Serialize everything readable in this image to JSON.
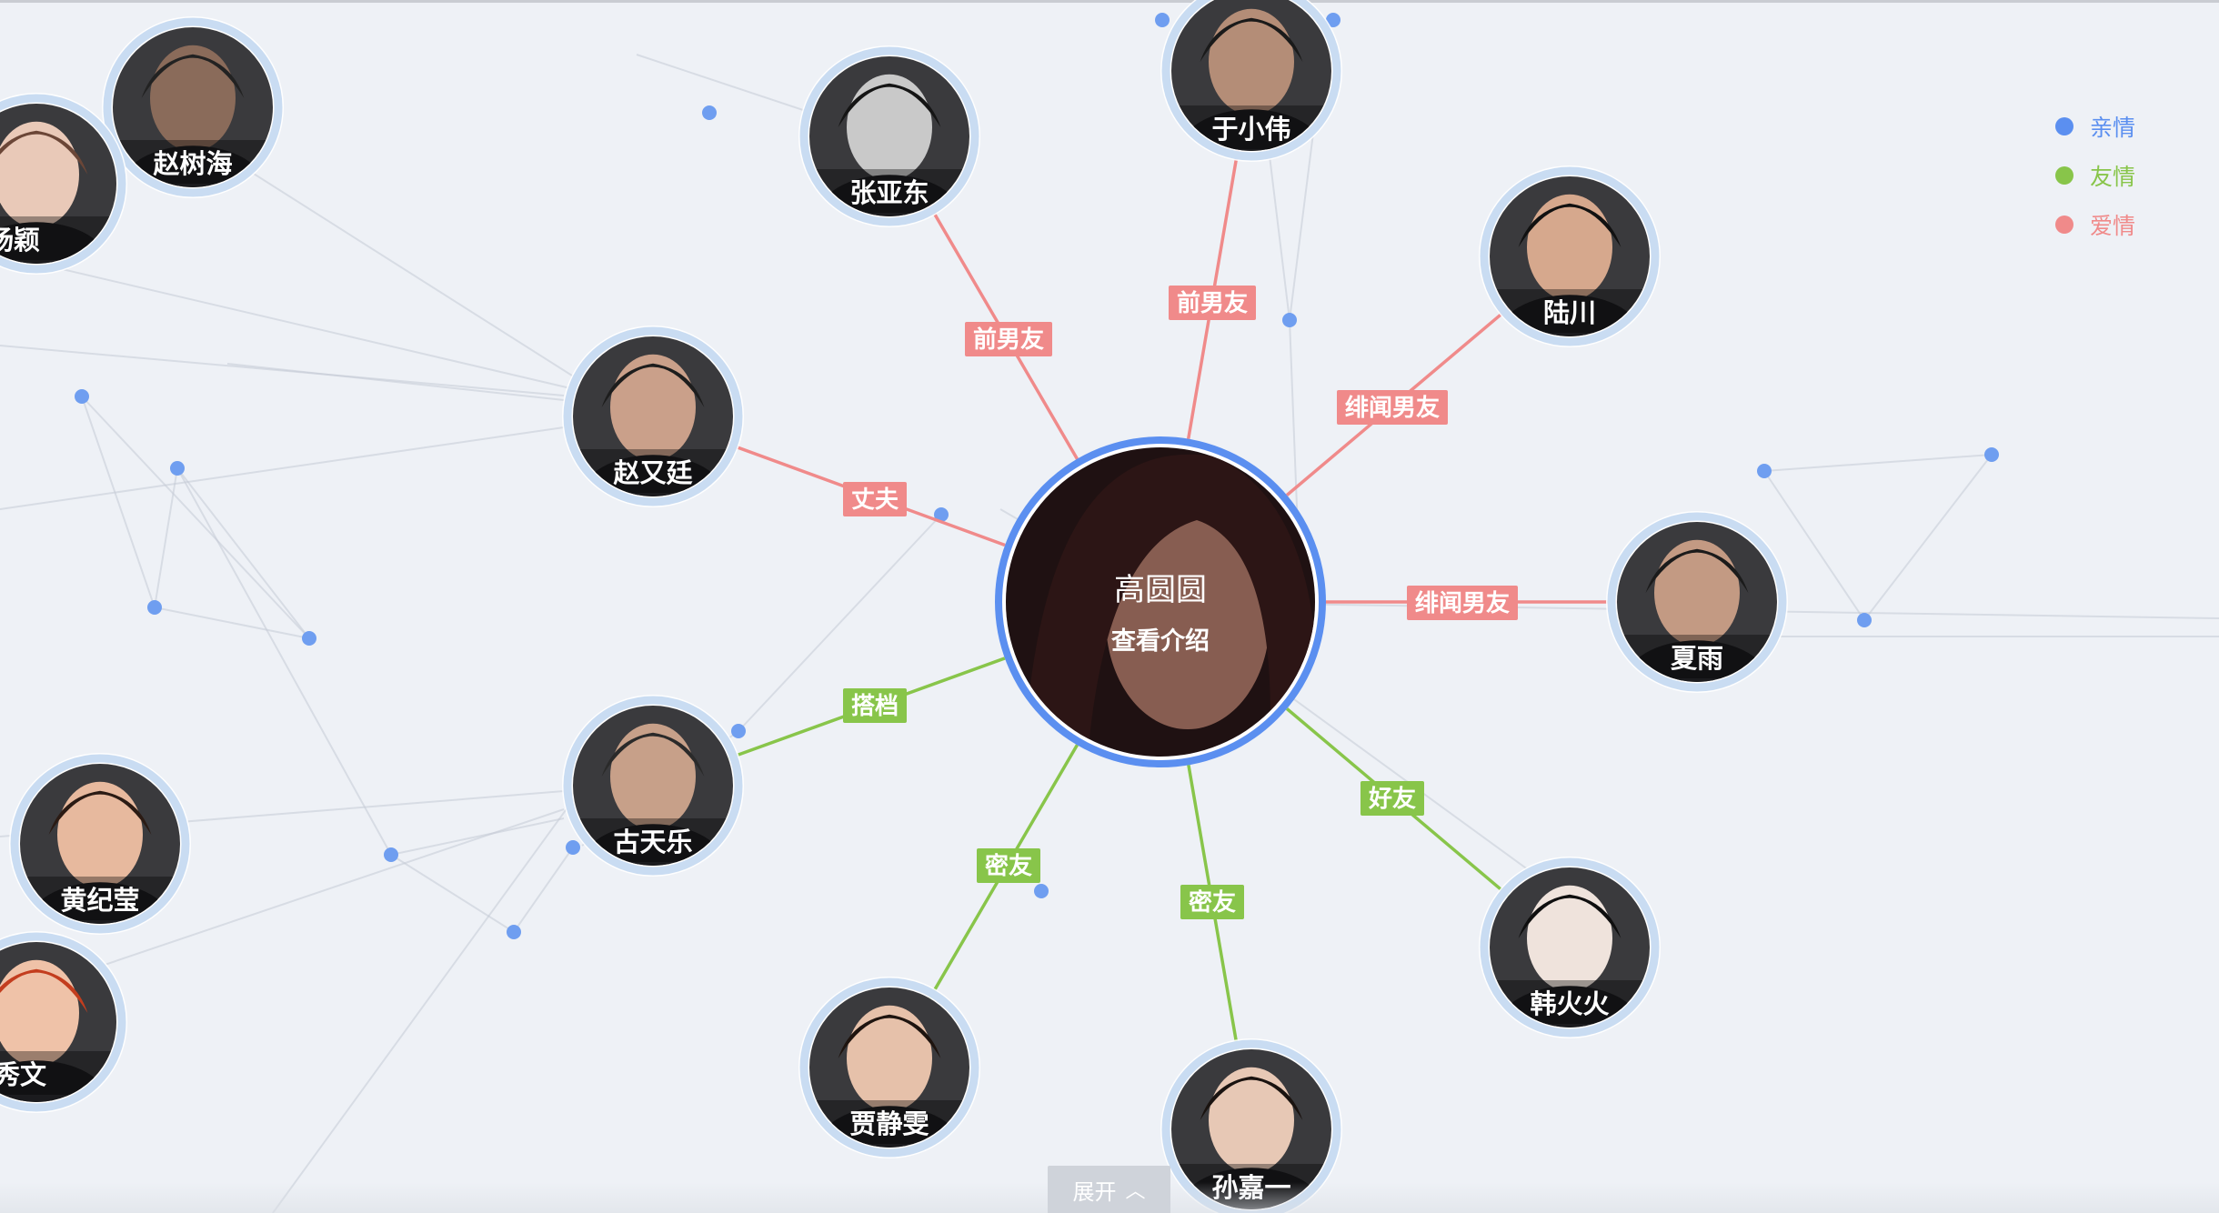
{
  "legend": [
    {
      "label": "亲情",
      "color": "#5b8ff0"
    },
    {
      "label": "友情",
      "color": "#88c54a"
    },
    {
      "label": "爱情",
      "color": "#f08a8a"
    }
  ],
  "colors": {
    "node_ring": "#c9dcf2",
    "center_ring": "#5b8ff0",
    "background_dot": "#6f9ef0",
    "background_line": "#c6cbd6"
  },
  "center": {
    "name": "高圆圆",
    "action": "查看介绍"
  },
  "nodes": [
    {
      "id": "zhaoshuhai",
      "name": "赵树海",
      "rel": "",
      "type": ""
    },
    {
      "id": "yangying",
      "name": "杨颖",
      "rel": "",
      "type": ""
    },
    {
      "id": "zhangyadong",
      "name": "张亚东",
      "rel": "前男友",
      "type": "love"
    },
    {
      "id": "yuxiaowei",
      "name": "于小伟",
      "rel": "前男友",
      "type": "love"
    },
    {
      "id": "luchuan",
      "name": "陆川",
      "rel": "绯闻男友",
      "type": "love"
    },
    {
      "id": "zhaoyouting",
      "name": "赵又廷",
      "rel": "丈夫",
      "type": "love"
    },
    {
      "id": "xiayu",
      "name": "夏雨",
      "rel": "绯闻男友",
      "type": "love"
    },
    {
      "id": "gutianle",
      "name": "古天乐",
      "rel": "搭档",
      "type": "friend"
    },
    {
      "id": "huangjiying",
      "name": "黄纪莹",
      "rel": "",
      "type": ""
    },
    {
      "id": "xiuwen",
      "name": "秀文",
      "rel": "",
      "type": ""
    },
    {
      "id": "jiajingwen",
      "name": "贾静雯",
      "rel": "密友",
      "type": "friend"
    },
    {
      "id": "sunjiayi",
      "name": "孙嘉一",
      "rel": "密友",
      "type": "friend"
    },
    {
      "id": "hanhuohuo",
      "name": "韩火火",
      "rel": "好友",
      "type": "friend"
    }
  ],
  "expand_label": "展开"
}
